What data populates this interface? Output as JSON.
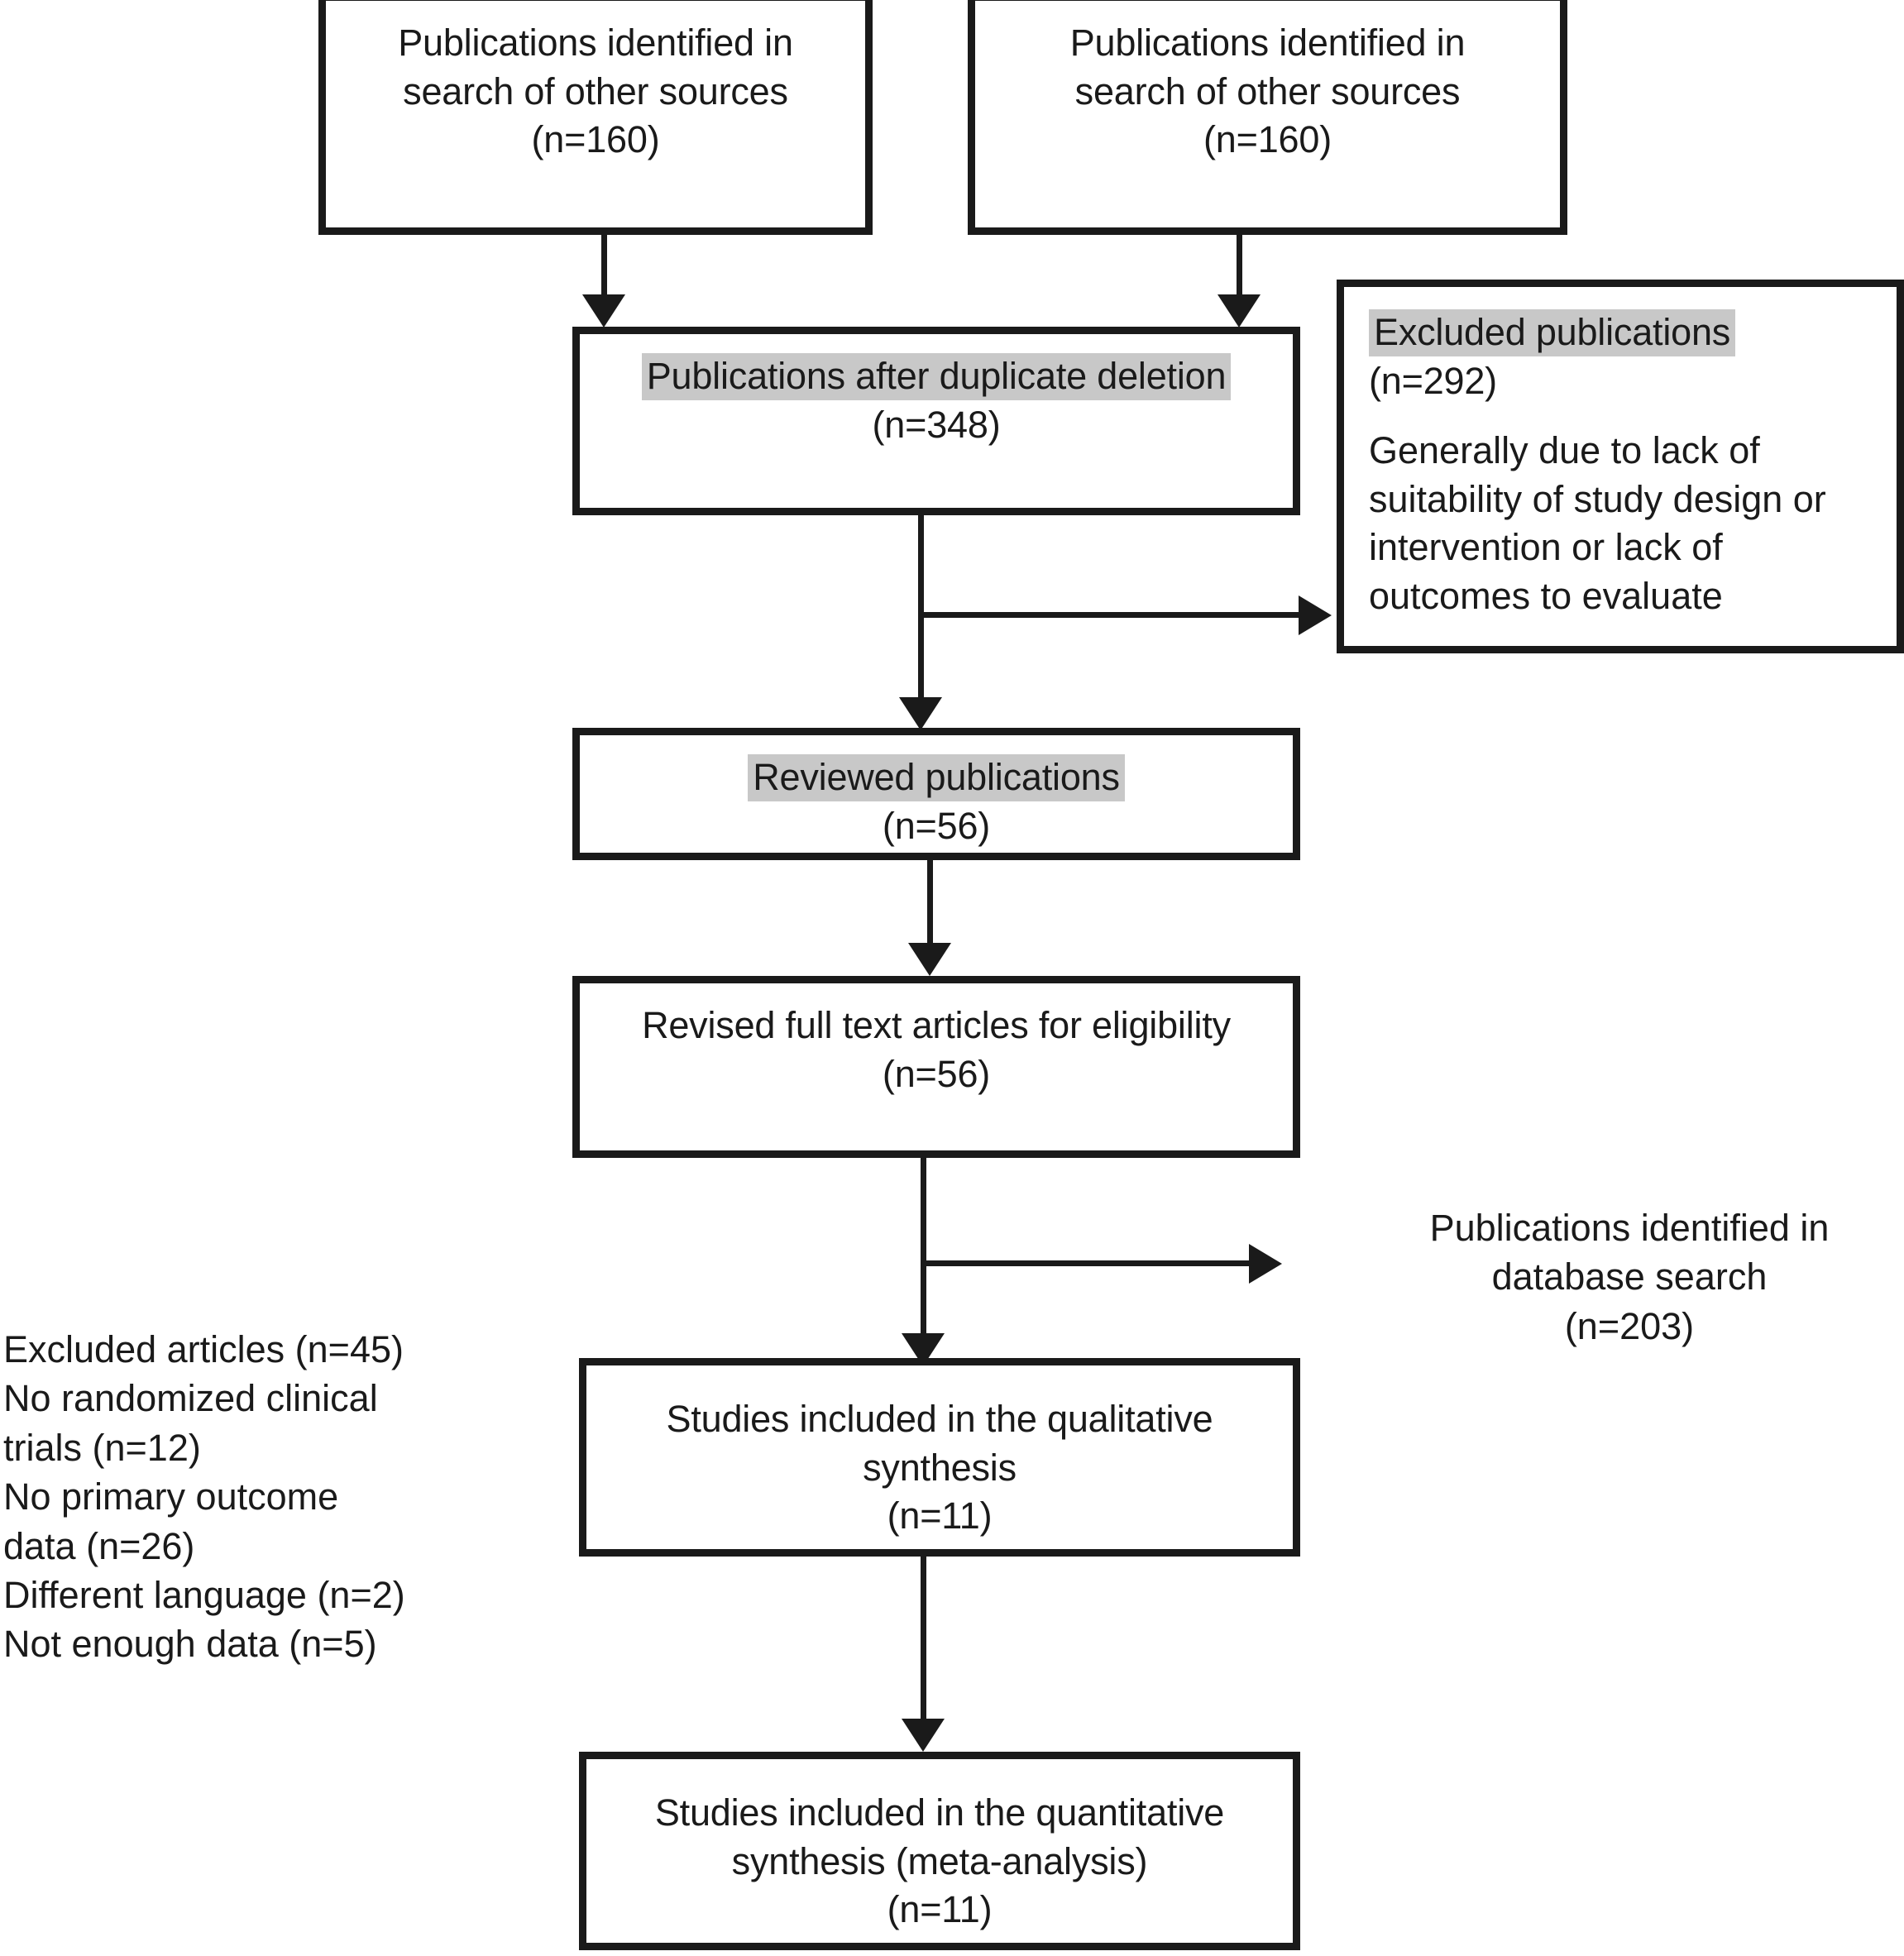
{
  "diagram": {
    "type": "prisma-flow-diagram",
    "title": "",
    "accent_color": "#1a1a1a",
    "highlight_color": "#c8c8c8",
    "background_color": "#ffffff"
  },
  "boxes": {
    "source_left": {
      "line1": "Publications identified in",
      "line2": "search of other sources",
      "line3": "(n=160)"
    },
    "source_right": {
      "line1": "Publications identified in",
      "line2": "search of other sources",
      "line3": "(n=160)"
    },
    "duplicates": {
      "line1": "Publications after duplicate deletion",
      "line2": "(n=348)"
    },
    "excluded": {
      "line1": "Excluded publications",
      "line2": "(n=292)",
      "line3": "Generally due to lack of suitability of study design or intervention or lack of outcomes to evaluate"
    },
    "reviewed": {
      "line1": "Reviewed publications",
      "line2": "(n=56)"
    },
    "full_text": {
      "line1": "Revised full text articles for eligibility",
      "line2": "(n=56)"
    },
    "qualitative": {
      "line1": "Studies included in the qualitative",
      "line2": "synthesis",
      "line3": "(n=11)"
    },
    "quantitative": {
      "line1": "Studies included in the quantitative",
      "line2": "synthesis (meta-analysis)",
      "line3": "(n=11)"
    }
  },
  "labels": {
    "database_search": {
      "line1": "Publications identified in",
      "line2": "database search",
      "line3": "(n=203)"
    },
    "excluded_articles": {
      "line1": "Excluded articles (n=45)",
      "line2": "No randomized clinical",
      "line3": "trials (n=12)",
      "line4": "No primary outcome",
      "line5": "data (n=26)",
      "line6": "Different language (n=2)",
      "line7": "Not enough data (n=5)"
    }
  }
}
